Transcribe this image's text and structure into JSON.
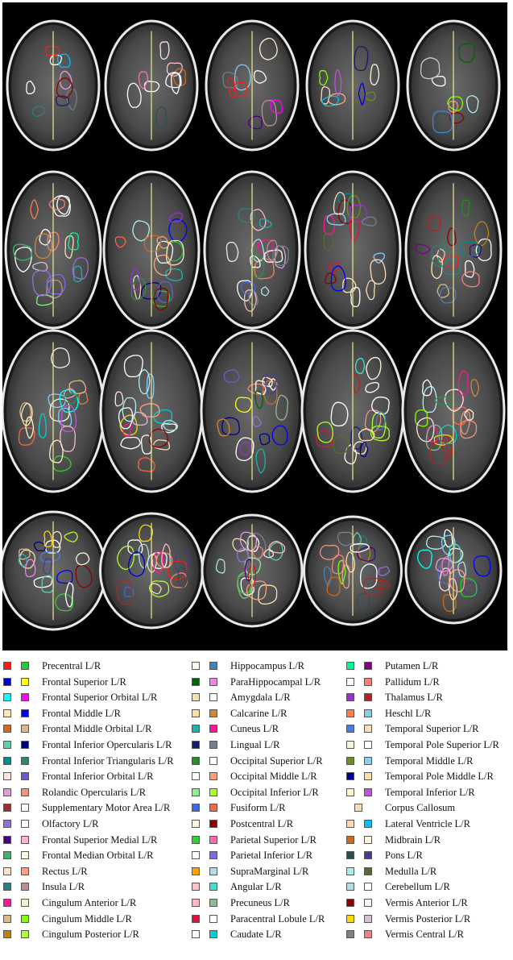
{
  "legend": {
    "columns": [
      [
        {
          "label": "Precentral L/R",
          "colors": [
            "#ff1a1a",
            "#22cc33"
          ]
        },
        {
          "label": "Frontal Superior L/R",
          "colors": [
            "#0000cc",
            "#ffff00"
          ]
        },
        {
          "label": "Frontal Superior Orbital L/R",
          "colors": [
            "#00ffff",
            "#ff00ff"
          ]
        },
        {
          "label": "Frontal Middle L/R",
          "colors": [
            "#ffe4b5",
            "#0000ff"
          ]
        },
        {
          "label": "Frontal Middle Orbital L/R",
          "colors": [
            "#d2691e",
            "#deb887"
          ]
        },
        {
          "label": "Frontal Inferior Opercularis L/R",
          "colors": [
            "#66cdaa",
            "#000080"
          ]
        },
        {
          "label": "Frontal Inferior Triangularis L/R",
          "colors": [
            "#008b8b",
            "#2e8b57"
          ]
        },
        {
          "label": "Frontal Inferior Orbital L/R",
          "colors": [
            "#ffe4e1",
            "#6a5acd"
          ]
        },
        {
          "label": "Rolandic Opercularis L/R",
          "colors": [
            "#dda0dd",
            "#e9967a"
          ]
        },
        {
          "label": "Supplementary Motor Area L/R",
          "colors": [
            "#a52a2a",
            "#ffffff"
          ]
        },
        {
          "label": "Olfactory L/R",
          "colors": [
            "#9370db",
            "#ffffff"
          ]
        },
        {
          "label": "Frontal Superior Medial L/R",
          "colors": [
            "#4b0082",
            "#ffb6c1"
          ]
        },
        {
          "label": "Frontal Median Orbital L/R",
          "colors": [
            "#3cb371",
            "#fff8dc"
          ]
        },
        {
          "label": "Rectus L/R",
          "colors": [
            "#ffe4c4",
            "#ffa07a"
          ]
        },
        {
          "label": "Insula L/R",
          "colors": [
            "#2f7f7f",
            "#bc8f8f"
          ]
        },
        {
          "label": "Cingulum Anterior L/R",
          "colors": [
            "#ff1493",
            "#ffebcd"
          ]
        },
        {
          "label": "Cingulum Middle L/R",
          "colors": [
            "#deb887",
            "#7fff00"
          ]
        },
        {
          "label": "Cingulum Posterior L/R",
          "colors": [
            "#b8860b",
            "#adff2f"
          ]
        }
      ],
      [
        {
          "label": "Hippocampus L/R",
          "colors": [
            "#fffff0",
            "#4682b4"
          ]
        },
        {
          "label": "ParaHippocampal L/R",
          "colors": [
            "#006400",
            "#ee82ee"
          ]
        },
        {
          "label": "Amygdala L/R",
          "colors": [
            "#f5deb3",
            "#ffffff"
          ]
        },
        {
          "label": "Calcarine L/R",
          "colors": [
            "#ffdead",
            "#cd853f"
          ]
        },
        {
          "label": "Cuneus L/R",
          "colors": [
            "#20b2aa",
            "#ff1493"
          ]
        },
        {
          "label": "Lingual L/R",
          "colors": [
            "#191970",
            "#708090"
          ]
        },
        {
          "label": "Occipital Superior L/R",
          "colors": [
            "#228b22",
            "#ffffff"
          ]
        },
        {
          "label": "Occipital Middle L/R",
          "colors": [
            "#ffffff",
            "#ffa07a"
          ]
        },
        {
          "label": "Occipital Inferior L/R",
          "colors": [
            "#90ee90",
            "#adff2f"
          ]
        },
        {
          "label": "Fusiform L/R",
          "colors": [
            "#4169e1",
            "#ff6347"
          ]
        },
        {
          "label": "Postcentral L/R",
          "colors": [
            "#fff8dc",
            "#8b0000"
          ]
        },
        {
          "label": "Parietal Superior L/R",
          "colors": [
            "#32cd32",
            "#ff69b4"
          ]
        },
        {
          "label": "Parietal Inferior L/R",
          "colors": [
            "#ffffff",
            "#7b68ee"
          ]
        },
        {
          "label": "SupraMarginal L/R",
          "colors": [
            "#ffa500",
            "#b0e0e6"
          ]
        },
        {
          "label": "Angular L/R",
          "colors": [
            "#ffc0cb",
            "#40e0d0"
          ]
        },
        {
          "label": "Precuneus L/R",
          "colors": [
            "#ffb6c1",
            "#8fbc8f"
          ]
        },
        {
          "label": "Paracentral Lobule L/R",
          "colors": [
            "#dc143c",
            "#ffffff"
          ]
        },
        {
          "label": "Caudate L/R",
          "colors": [
            "#ffffff",
            "#00ced1"
          ]
        }
      ],
      [
        {
          "label": "Putamen L/R",
          "colors": [
            "#00fa9a",
            "#800080"
          ]
        },
        {
          "label": "Pallidum L/R",
          "colors": [
            "#ffffff",
            "#fa8072"
          ]
        },
        {
          "label": "Thalamus L/R",
          "colors": [
            "#9932cc",
            "#b22222"
          ]
        },
        {
          "label": "Heschl L/R",
          "colors": [
            "#ff7f50",
            "#87ceeb"
          ]
        },
        {
          "label": "Temporal Superior L/R",
          "colors": [
            "#4a7fe0",
            "#ffdab9"
          ]
        },
        {
          "label": "Temporal Pole Superior L/R",
          "colors": [
            "#f5f5dc",
            "#ffffff"
          ]
        },
        {
          "label": "Temporal Middle L/R",
          "colors": [
            "#6b8e23",
            "#87cefa"
          ]
        },
        {
          "label": "Temporal Pole Middle L/R",
          "colors": [
            "#00008b",
            "#ffdead"
          ]
        },
        {
          "label": "Temporal Inferior L/R",
          "colors": [
            "#fffacd",
            "#ba55d3"
          ]
        },
        {
          "label": "Corpus Callosum",
          "colors": [
            "#f5deb3"
          ]
        },
        {
          "label": "Lateral Ventricle L/R",
          "colors": [
            "#ffdab9",
            "#00bfff"
          ]
        },
        {
          "label": "Midbrain L/R",
          "colors": [
            "#d2691e",
            "#fff8dc"
          ]
        },
        {
          "label": "Pons L/R",
          "colors": [
            "#2f4f4f",
            "#483d8b"
          ]
        },
        {
          "label": "Medulla L/R",
          "colors": [
            "#afeeee",
            "#556b2f"
          ]
        },
        {
          "label": "Cerebellum L/R",
          "colors": [
            "#b0e0e6",
            "#ffffff"
          ]
        },
        {
          "label": "Vermis Anterior L/R",
          "colors": [
            "#8b0000",
            "#f0fff0"
          ]
        },
        {
          "label": "Vermis Posterior L/R",
          "colors": [
            "#ffd700",
            "#d8bfd8"
          ]
        },
        {
          "label": "Vermis Central L/R",
          "colors": [
            "#808080",
            "#f08080"
          ]
        }
      ]
    ]
  }
}
